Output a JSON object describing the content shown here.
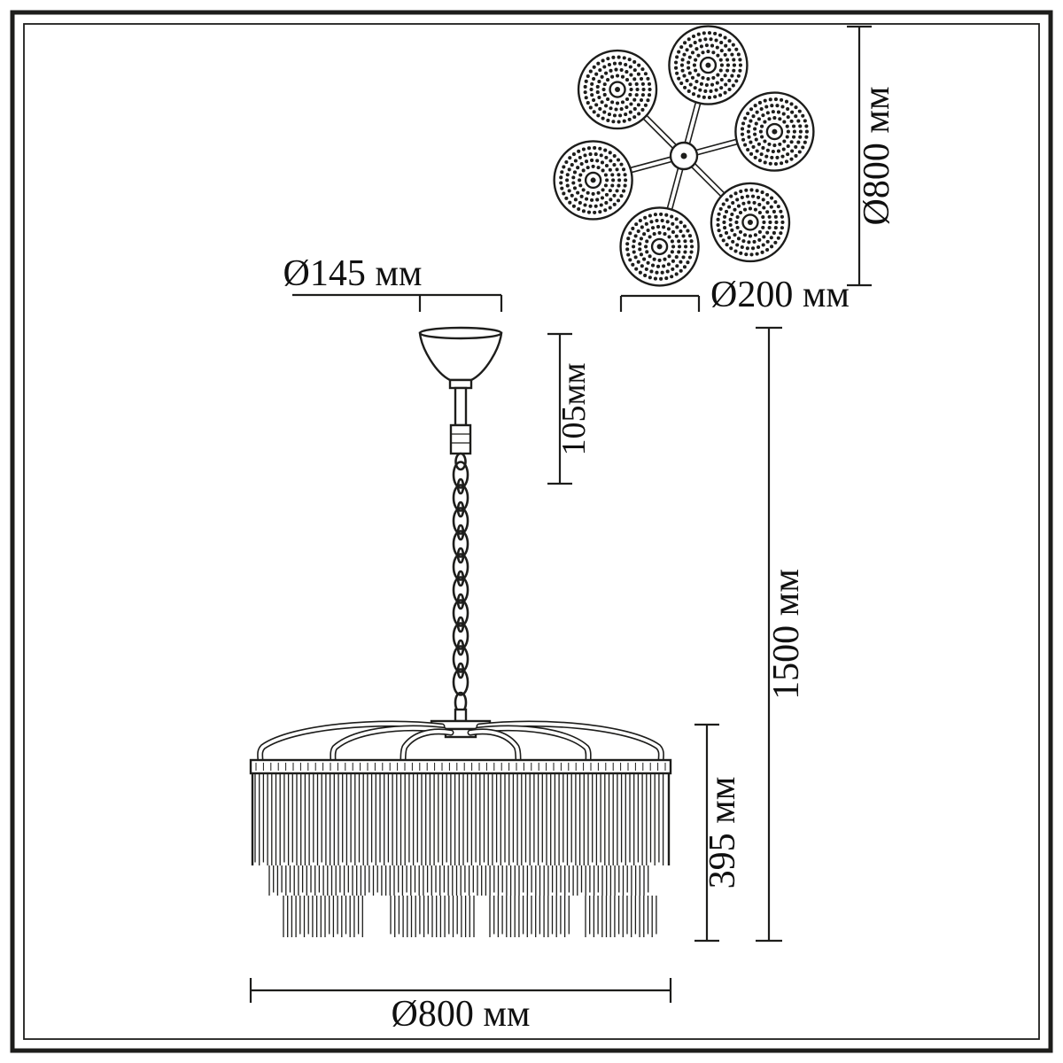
{
  "page": {
    "background": "#ffffff",
    "line_color": "#1d1d1b",
    "description": "chandelier technical dimension drawing, front view and top view"
  },
  "labels": {
    "canopy_diameter": "Ø145 мм",
    "suspension_height": "105мм",
    "overall_height": "1500 мм",
    "body_height": "395 мм",
    "body_diameter": "Ø800 мм",
    "shade_diameter": "Ø200 мм",
    "top_view_spread": "Ø800 мм"
  },
  "top_view": {
    "lamp_count": 6,
    "dot_rings_per_shade": 4
  },
  "front_view": {
    "chain_link_count": 10,
    "arm_count": 6,
    "fringe_tier_count": 3
  }
}
